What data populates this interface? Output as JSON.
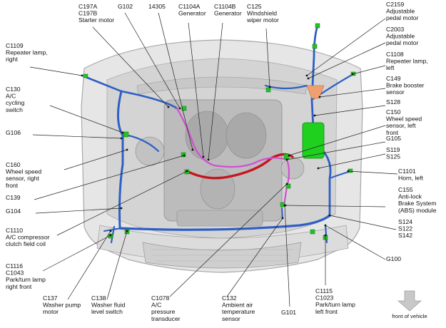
{
  "labels": [
    {
      "id": "c197",
      "lines": [
        "C197A",
        "C197B",
        "Starter motor"
      ]
    },
    {
      "id": "g102",
      "lines": [
        "G102"
      ]
    },
    {
      "id": "s14305",
      "lines": [
        "14305"
      ]
    },
    {
      "id": "c1104a",
      "lines": [
        "C1104A",
        "Generator"
      ]
    },
    {
      "id": "c1104b",
      "lines": [
        "C1104B",
        "Generator"
      ]
    },
    {
      "id": "c125",
      "lines": [
        "C125",
        "Windshield",
        "wiper motor"
      ]
    },
    {
      "id": "c2159",
      "lines": [
        "C2159",
        "Adjustable",
        "pedal motor"
      ]
    },
    {
      "id": "c2003",
      "lines": [
        "C2003",
        "Adjustable",
        "pedal motor"
      ]
    },
    {
      "id": "c1108",
      "lines": [
        "C1108",
        "Repeater lamp,",
        "left"
      ]
    },
    {
      "id": "c149",
      "lines": [
        "C149",
        "Brake booster",
        "sensor"
      ]
    },
    {
      "id": "s128",
      "lines": [
        "S128"
      ]
    },
    {
      "id": "c150",
      "lines": [
        "C150",
        "Wheel speed",
        "sensor, left",
        "front"
      ]
    },
    {
      "id": "g105",
      "lines": [
        "G105"
      ]
    },
    {
      "id": "s119",
      "lines": [
        "S119",
        "S125"
      ]
    },
    {
      "id": "c1101",
      "lines": [
        "C1101",
        "Horn, left"
      ]
    },
    {
      "id": "c155",
      "lines": [
        "C155",
        "Anti-lock",
        "Brake System",
        "(ABS) module"
      ]
    },
    {
      "id": "s124",
      "lines": [
        "S124",
        "S122",
        "S142"
      ]
    },
    {
      "id": "g100",
      "lines": [
        "G100"
      ]
    },
    {
      "id": "c1115",
      "lines": [
        "C1115",
        "C1023",
        "Park/turn lamp",
        "left front"
      ]
    },
    {
      "id": "g101",
      "lines": [
        "G101"
      ]
    },
    {
      "id": "c132",
      "lines": [
        "C132",
        "Ambient air",
        "temperature",
        "sensor"
      ]
    },
    {
      "id": "c1078",
      "lines": [
        "C1078",
        "A/C",
        "pressure",
        "transducer"
      ]
    },
    {
      "id": "c138",
      "lines": [
        "C138",
        "Washer fluid",
        "level switch"
      ]
    },
    {
      "id": "c137",
      "lines": [
        "C137",
        "Washer pump",
        "motor"
      ]
    },
    {
      "id": "c1116",
      "lines": [
        "C1116",
        "C1043",
        "Park/turn lamp",
        "right front"
      ]
    },
    {
      "id": "c1110",
      "lines": [
        "C1110",
        "A/C compressor",
        "clutch field coil"
      ]
    },
    {
      "id": "g104",
      "lines": [
        "G104"
      ]
    },
    {
      "id": "c139",
      "lines": [
        "C139"
      ]
    },
    {
      "id": "c160",
      "lines": [
        "C160",
        "Wheel speed",
        "sensor, right",
        "front"
      ]
    },
    {
      "id": "g106",
      "lines": [
        "G106"
      ]
    },
    {
      "id": "c130",
      "lines": [
        "C130",
        "A/C",
        "cycling",
        "switch"
      ]
    },
    {
      "id": "c1109",
      "lines": [
        "C1109",
        "Repeater lamp,",
        "right"
      ]
    }
  ],
  "direction": {
    "label": "front of vehicle"
  },
  "colors": {
    "harness_blue": "#2f5fc4",
    "harness_red": "#c8141e",
    "harness_magenta": "#d24fd2",
    "connector_green": "#22c222",
    "abs_module_green": "#1fd01f",
    "body_gray": "#e6e6e6",
    "arrow_gray": "#c8c8c8"
  }
}
